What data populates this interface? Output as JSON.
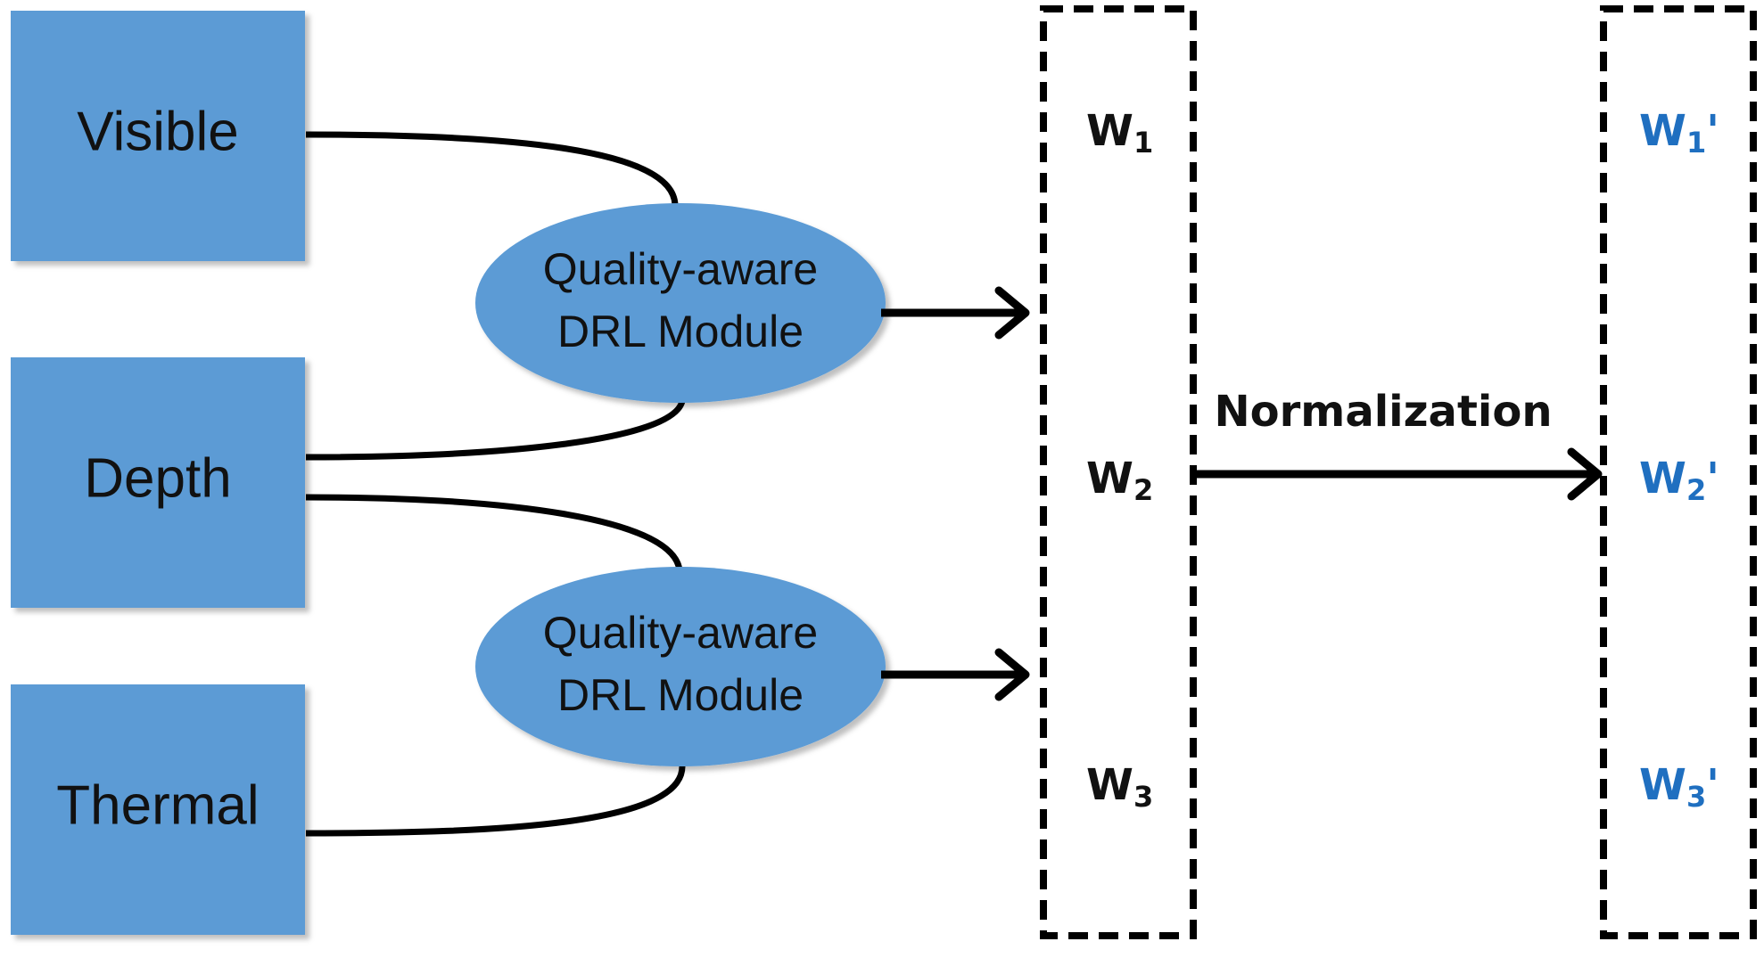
{
  "colors": {
    "box_fill": "#5B9BD5",
    "ellipse_fill": "#5B9BD5",
    "normalized_text": "#1F6FC0",
    "line": "#000000"
  },
  "modalities": {
    "visible": "Visible",
    "depth": "Depth",
    "thermal": "Thermal"
  },
  "modules": {
    "top": {
      "line1": "Quality-aware",
      "line2": "DRL Module"
    },
    "bottom": {
      "line1": "Quality-aware",
      "line2": "DRL Module"
    }
  },
  "weights": {
    "w1": {
      "base": "W",
      "sub": "1"
    },
    "w2": {
      "base": "W",
      "sub": "2"
    },
    "w3": {
      "base": "W",
      "sub": "3"
    }
  },
  "normalized_weights": {
    "w1": {
      "base": "W",
      "sub": "1",
      "prime": "'"
    },
    "w2": {
      "base": "W",
      "sub": "2",
      "prime": "'"
    },
    "w3": {
      "base": "W",
      "sub": "3",
      "prime": "'"
    }
  },
  "normalization_label": "Normalization"
}
